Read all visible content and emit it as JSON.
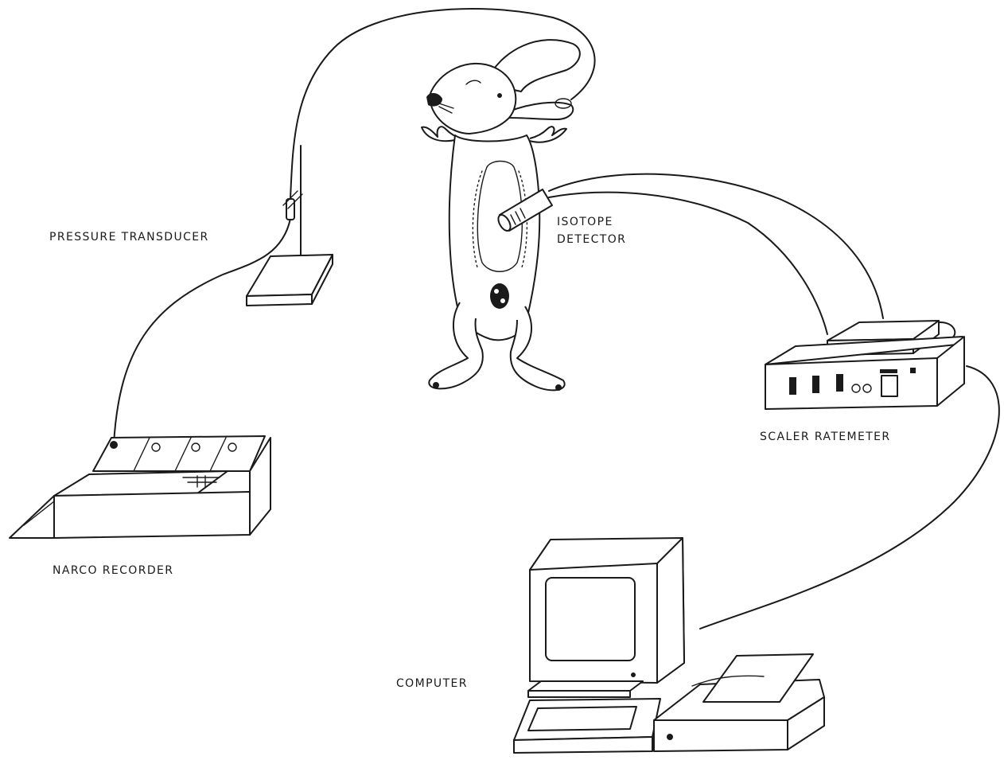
{
  "labels": {
    "pressure_transducer": "PRESSURE TRANSDUCER",
    "isotope_line1": "ISOTOPE",
    "isotope_line2": "DETECTOR",
    "scaler_ratemeter": "SCALER RATEMETER",
    "narco_recorder": "NARCO RECORDER",
    "computer": "COMPUTER"
  },
  "colors": {
    "ink": "#1a1a1a",
    "paper": "#ffffff"
  }
}
